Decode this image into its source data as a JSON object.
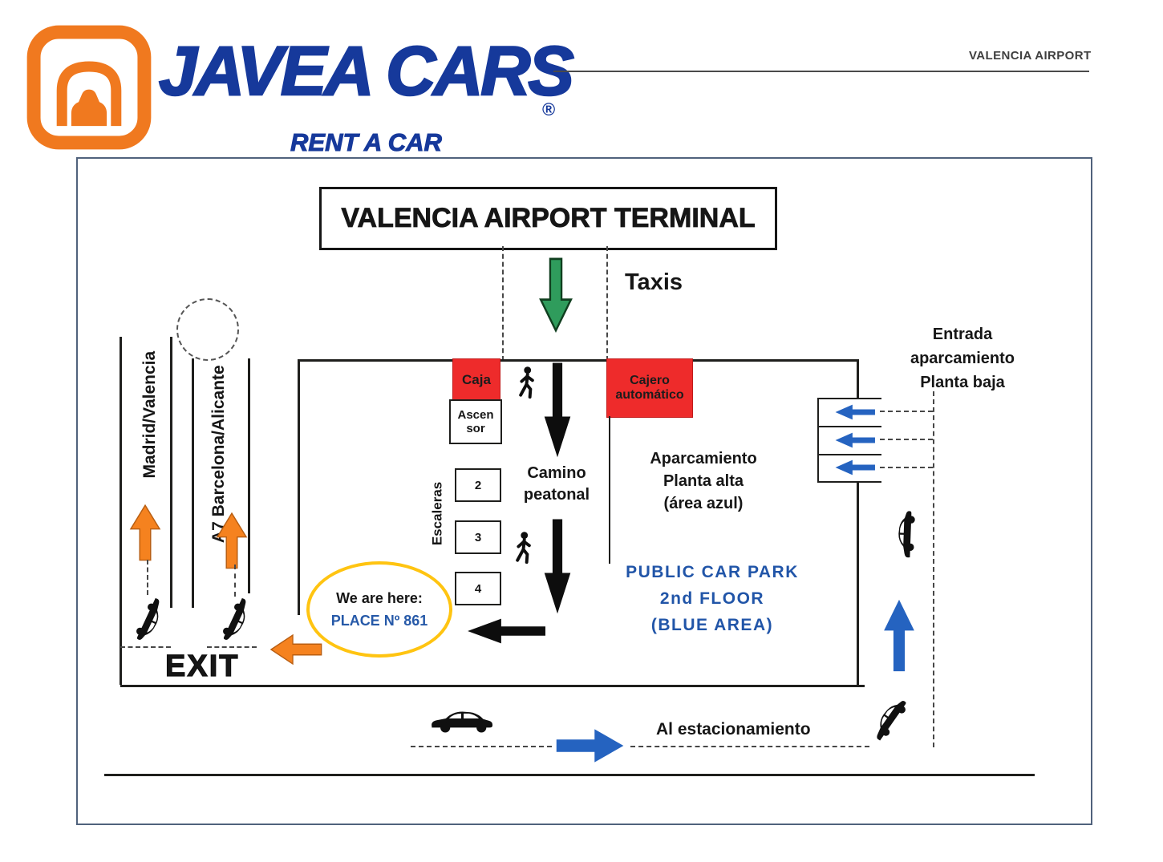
{
  "brand": {
    "name": "JAVEA CARS",
    "registered": "®",
    "tagline": "RENT A CAR"
  },
  "header": {
    "location": "VALENCIA AIRPORT"
  },
  "map": {
    "terminal": "VALENCIA AIRPORT TERMINAL",
    "taxis": "Taxis",
    "caja": "Caja",
    "cajero": "Cajero\nautomático",
    "ascensor": "Ascen\nsor",
    "escaleras": "Escaleras",
    "stairs": [
      "2",
      "3",
      "4"
    ],
    "camino": "Camino\npeatonal",
    "planta_alta": "Aparcamiento\nPlanta alta\n(área azul)",
    "public_car_park": "PUBLIC CAR PARK\n2nd FLOOR\n(BLUE AREA)",
    "entrada": "Entrada\naparcamiento\nPlanta baja",
    "here_title": "We are here:",
    "here_place": "PLACE Nº 861",
    "exit": "EXIT",
    "road_left": "Madrid/Valencia",
    "road_right": "A7 Barcelona/Alicante",
    "al_estacionamiento": "Al estacionamiento"
  },
  "icons": {
    "brand_logo": "car-in-rounded-square",
    "pedestrian": "walking-person",
    "car": "car-silhouette",
    "roundabout": "dashed-circle"
  },
  "colors": {
    "brand_blue": "#16399b",
    "brand_orange": "#f0791f",
    "kiosk_red": "#ee2b2b",
    "arrow_green": "#2f9c5c",
    "arrow_blue": "#2563c0",
    "arrow_orange": "#f5821f",
    "arrow_black": "#101010",
    "highlight_yellow": "#ffc411",
    "park_text_blue": "#2155a8"
  }
}
